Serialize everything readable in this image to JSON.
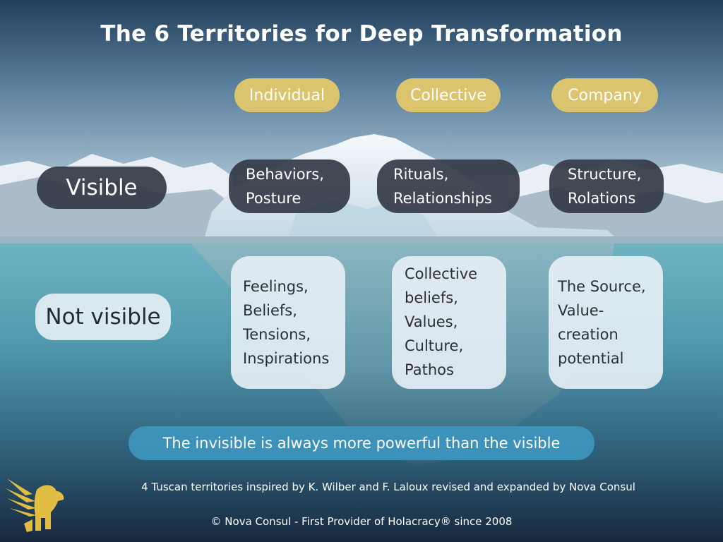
{
  "title": "The 6 Territories for Deep Transformation",
  "columns": [
    "Individual",
    "Collective",
    "Company"
  ],
  "rows": {
    "visible": "Visible",
    "not_visible": "Not visible"
  },
  "visible_cells": {
    "individual": [
      "Behaviors,",
      "Posture"
    ],
    "collective": [
      "Rituals,",
      "Relationships"
    ],
    "company": [
      "Structure,",
      "Rolations"
    ]
  },
  "hidden_cells": {
    "individual": [
      "Feelings,",
      "Beliefs,",
      "Tensions,",
      "Inspirations"
    ],
    "collective": [
      "Collective",
      "beliefs,",
      "Values,",
      "Culture,",
      "Pathos"
    ],
    "company": [
      "The Source,",
      "Value-",
      "creation",
      "potential"
    ]
  },
  "banner": "The invisible is always more powerful than the visible",
  "credit": "4 Tuscan territories inspired by K. Wilber and F. Laloux revised and expanded by Nova Consul",
  "copyright": "© Nova Consul - First Provider of Holacracy® since 2008",
  "colors": {
    "header_gold": "#dcc46e",
    "banner_blue": "#3e96be",
    "sky_top": "#1f3f5e",
    "water": "#5aa6b8"
  },
  "icons": {
    "logo": "golden-griffin-logo"
  }
}
